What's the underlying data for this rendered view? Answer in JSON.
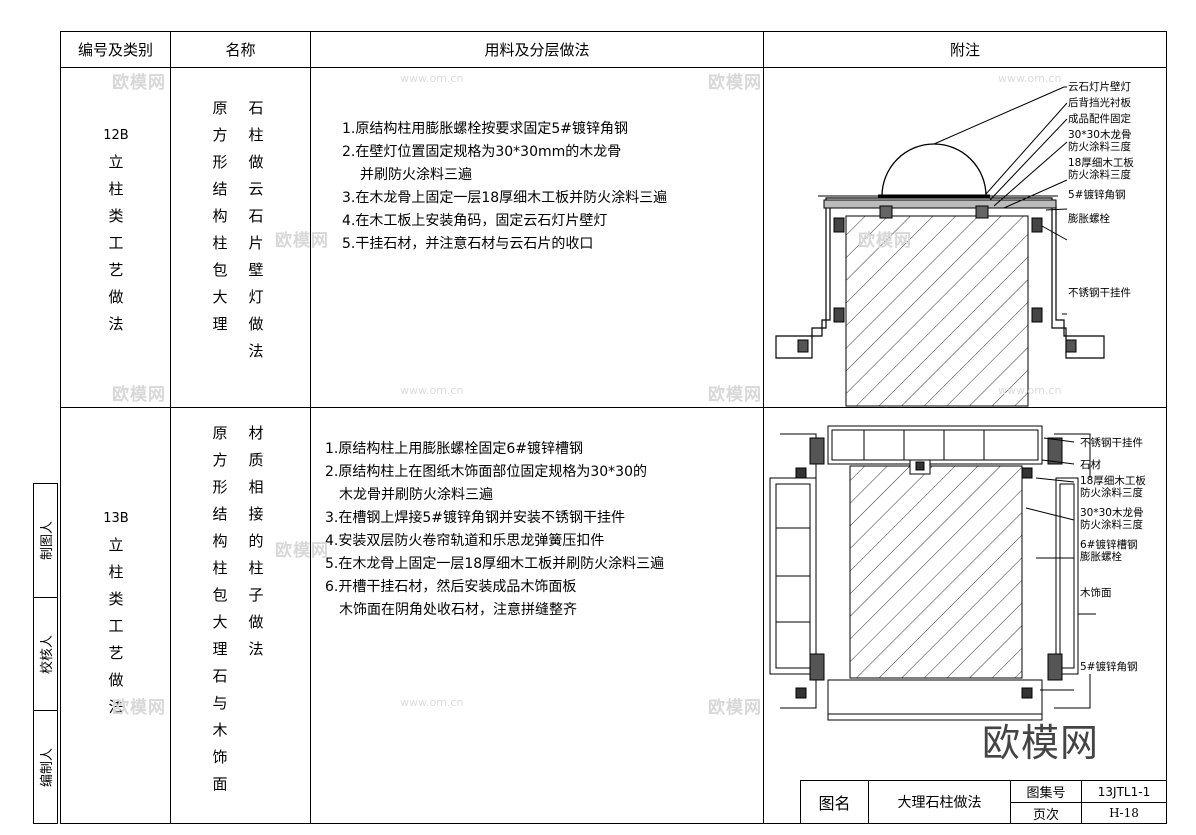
{
  "header": {
    "col_code": "编号及类别",
    "col_name": "名称",
    "col_method": "用料及分层做法",
    "col_note": "附注"
  },
  "rows": [
    {
      "code": [
        "12B",
        "立",
        "柱",
        "类",
        "工",
        "艺",
        "做",
        "法"
      ],
      "name_left": [
        "原",
        "方",
        "形",
        "结",
        "构",
        "柱",
        "包",
        "大",
        "理"
      ],
      "name_right": [
        "石",
        "柱",
        "做",
        "云",
        "石",
        "片",
        "壁",
        "灯",
        "做",
        "法"
      ],
      "steps": [
        "1.原结构柱用膨胀螺栓按要求固定5#镀锌角钢",
        "2.在壁灯位置固定规格为30*30mm的木龙骨",
        "  并刷防火涂料三遍",
        "3.在木龙骨上固定一层18厚细木工板并防火涂料三遍",
        "4.在木工板上安装角码，固定云石灯片壁灯",
        "5.干挂石材，并注意石材与云石片的收口"
      ],
      "callouts": [
        "云石灯片壁灯",
        "后背挡光衬板",
        "成品配件固定",
        "30*30木龙骨",
        "防火涂料三度",
        "18厚细木工板",
        "防火涂料三度",
        "5#镀锌角钢",
        "膨胀螺栓",
        "不锈钢干挂件"
      ]
    },
    {
      "code": [
        "13B",
        "立",
        "柱",
        "类",
        "工",
        "艺",
        "做",
        "法"
      ],
      "name_left": [
        "原",
        "方",
        "形",
        "结",
        "构",
        "柱",
        "包",
        "大",
        "理",
        "石",
        "与",
        "木",
        "饰",
        "面"
      ],
      "name_right": [
        "材",
        "质",
        "相",
        "接",
        "的",
        "柱",
        "子",
        "做",
        "法"
      ],
      "steps": [
        "1.原结构柱上用膨胀螺栓固定6#镀锌槽钢",
        "2.原结构柱上在图纸木饰面部位固定规格为30*30的",
        "  木龙骨并刷防火涂料三遍",
        "3.在槽钢上焊接5#镀锌角钢并安装不锈钢干挂件",
        "4.安装双层防火卷帘轨道和乐思龙弹簧压扣件",
        "5.在木龙骨上固定一层18厚细木工板并刷防火涂料三遍",
        "6.开槽干挂石材，然后安装成品木饰面板",
        "  木饰面在阴角处收石材，注意拼缝整齐"
      ],
      "callouts": [
        "不锈钢干挂件",
        "石材",
        "18厚细木工板",
        "防火涂料三度",
        "30*30木龙骨",
        "防火涂料三度",
        "6#镀锌槽钢",
        "膨胀螺栓",
        "木饰面",
        "5#镀锌角钢"
      ]
    }
  ],
  "side_labels": [
    "制图人",
    "校核人",
    "编制人"
  ],
  "title_block": {
    "label_name": "图名",
    "name": "大理石柱做法",
    "label_set": "图集号",
    "set_no": "13JTL1-1",
    "label_page": "页次",
    "page_no": "H-18"
  },
  "watermark": {
    "logo": "欧模网",
    "url": "www.om.cn"
  }
}
